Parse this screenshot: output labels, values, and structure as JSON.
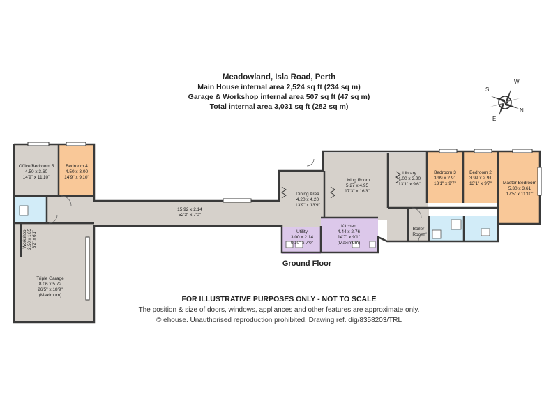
{
  "header": {
    "title": "Meadowland, Isla Road, Perth",
    "lines": [
      "Main House internal area 2,524 sq ft (234 sq m)",
      "Garage & Workshop internal area 507 sq ft (47 sq m)",
      "Total internal area 3,031 sq ft (282 sq m)"
    ]
  },
  "compass": {
    "w": "W",
    "s": "S",
    "n": "N",
    "e": "E"
  },
  "floor_label": "Ground Floor",
  "rooms": {
    "office": {
      "name": "Office/Bedroom 5",
      "metric": "4.50 x 3.60",
      "imperial": "14'9\" x 11'10\""
    },
    "bedroom4": {
      "name": "Bedroom 4",
      "metric": "4.50 x 3.00",
      "imperial": "14'9\" x 9'10\""
    },
    "hall": {
      "metric": "15.92 x 2.14",
      "imperial": "52'3\" x 7'0\""
    },
    "dining": {
      "name": "Dining Area",
      "metric": "4.20 x 4.20",
      "imperial": "13'9\" x 13'9\""
    },
    "living": {
      "name": "Living Room",
      "metric": "5.27 x 4.95",
      "imperial": "17'3\" x 16'3\""
    },
    "library": {
      "name": "Library",
      "metric": "4.00 x 2.90",
      "imperial": "13'1\" x 9'6\""
    },
    "bedroom3": {
      "name": "Bedroom 3",
      "metric": "3.99 x 2.91",
      "imperial": "13'1\" x 9'7\""
    },
    "bedroom2": {
      "name": "Bedroom 2",
      "metric": "3.99 x 2.91",
      "imperial": "13'1\" x 9'7\""
    },
    "master": {
      "name": "Master Bedroom",
      "metric": "5.30 x 3.61",
      "imperial": "17'5\" x 11'10\""
    },
    "utility": {
      "name": "Utility",
      "metric": "3.00 x 2.14",
      "imperial": "9'10\" x 7'0\""
    },
    "kitchen": {
      "name": "Kitchen",
      "metric": "4.44 x 2.76",
      "imperial": "14'7\" x 9'1\"",
      "note": "(Maximum)"
    },
    "boiler": {
      "name": "Boiler",
      "name2": "Room"
    },
    "workshop": {
      "name": "Workshop",
      "metric": "2.50 x 1.85",
      "imperial": "8'2\" x 6'1\""
    },
    "garage": {
      "name": "Triple Garage",
      "metric": "8.06 x 5.72",
      "imperial": "26'5\" x 18'9\"",
      "note": "(Maximum)"
    }
  },
  "footer": {
    "disclaimer": "FOR ILLUSTRATIVE PURPOSES ONLY - NOT TO SCALE",
    "note": "The position & size of doors, windows, appliances and other features are approximate only.",
    "copyright": "© ehouse. Unauthorised reproduction prohibited. Drawing ref. dig/8358203/TRL"
  },
  "colors": {
    "bedroom_fill": "#f9c898",
    "grey_fill": "#d6d1cb",
    "kitchen_fill": "#dcc8ea",
    "bath_fill": "#d2ecf8",
    "wall": "#3a3a3a"
  }
}
